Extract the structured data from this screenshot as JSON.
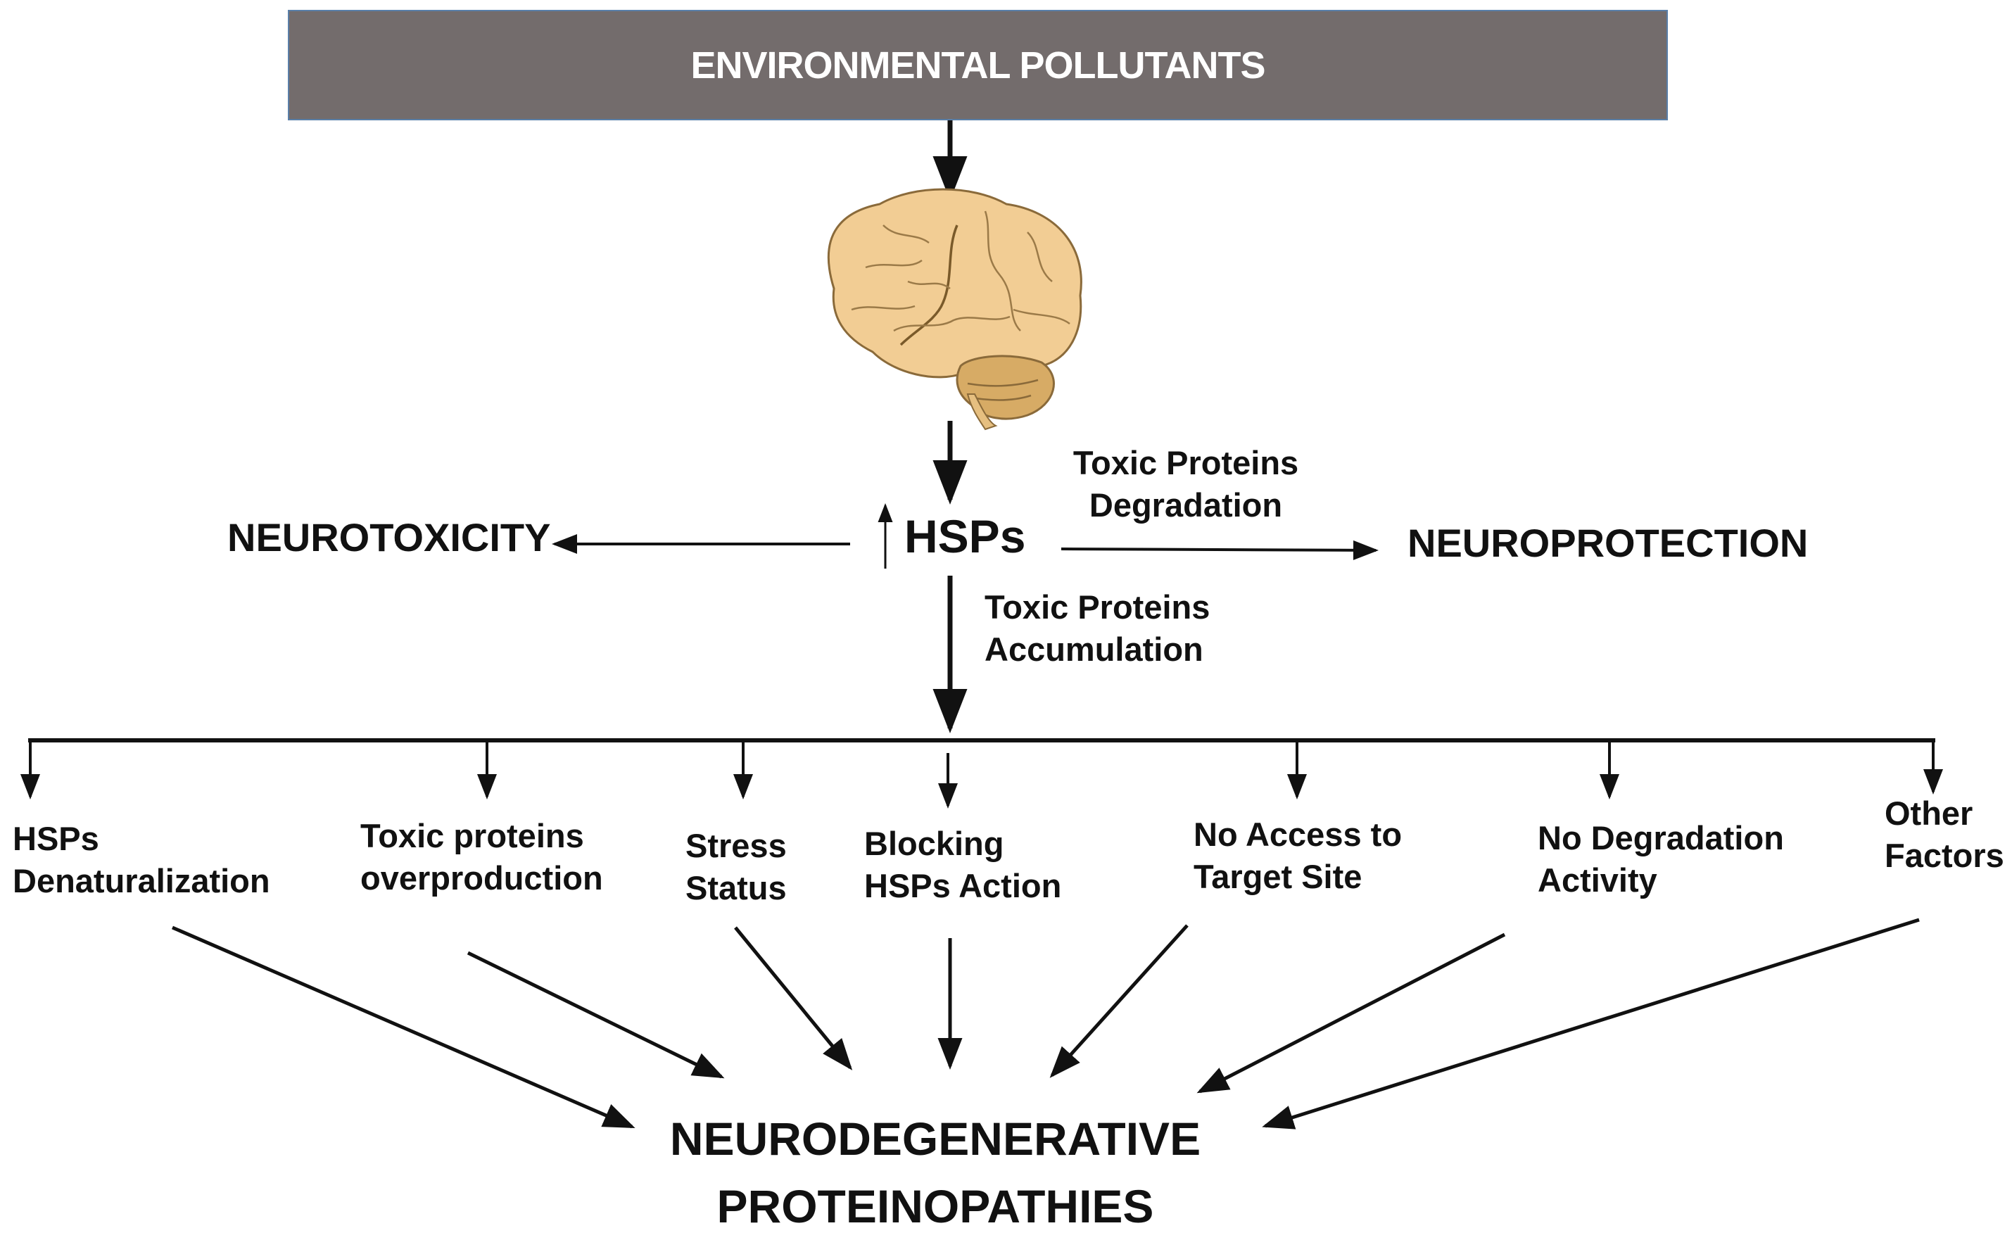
{
  "header": {
    "title": "ENVIRONMENTAL POLLUTANTS"
  },
  "brain": {
    "icon": "brain-icon"
  },
  "hsps": {
    "arrow_icon": "up-arrow-icon",
    "label": "HSPs"
  },
  "left_outcome": {
    "label": "NEUROTOXICITY"
  },
  "right_outcome": {
    "label": "NEUROPROTECTION"
  },
  "degradation_label": {
    "line1": "Toxic Proteins",
    "line2": "Degradation"
  },
  "accumulation_label": {
    "line1": "Toxic Proteins",
    "line2": "Accumulation"
  },
  "factors": [
    {
      "line1": "HSPs",
      "line2": "Denaturalization"
    },
    {
      "line1": "Toxic proteins",
      "line2": "overproduction"
    },
    {
      "line1": "Stress",
      "line2": "Status"
    },
    {
      "line1": "Blocking",
      "line2": "HSPs Action"
    },
    {
      "line1": "No Access to",
      "line2": "Target Site"
    },
    {
      "line1": "No Degradation",
      "line2": "Activity"
    },
    {
      "line1": "Other",
      "line2": "Factors"
    }
  ],
  "outcome": {
    "line1": "NEURODEGENERATIVE",
    "line2": "PROTEINOPATHIES"
  },
  "colors": {
    "header_bg": "#736c6c",
    "header_border": "#5a7fa8",
    "header_text": "#ffffff",
    "arrow": "#111111",
    "brain_fill": "#f2cd94",
    "brain_stroke": "#8a6a3a",
    "cerebellum_fill": "#d7ab65"
  }
}
